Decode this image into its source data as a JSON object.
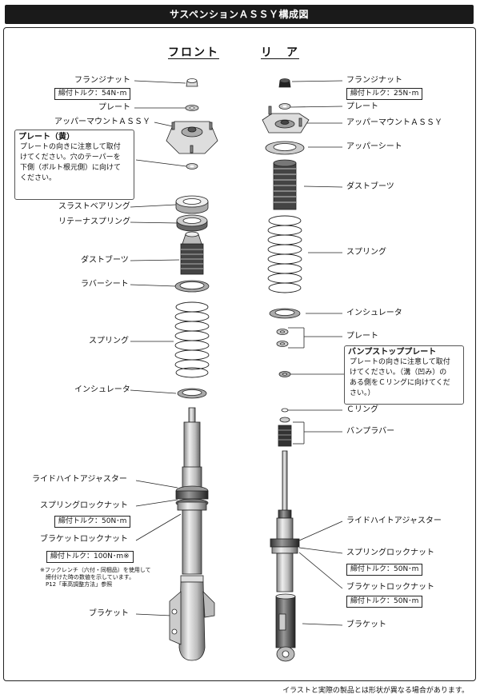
{
  "title": "サスペンションＡＳＳＹ構成図",
  "front": {
    "heading": "フロント",
    "labels": {
      "flange_nut": "フランジナット",
      "flange_nut_torque": "締付トルク：54N･m",
      "plate": "プレート",
      "upper_mount": "アッパーマウントＡＳＳＹ",
      "thrust_bearing": "スラストベアリング",
      "retainer_spring": "リテーナスプリング",
      "dust_boot": "ダストブーツ",
      "rubber_seat": "ラバーシート",
      "spring": "スプリング",
      "insulator": "インシュレータ",
      "ride_height_adjuster": "ライドハイトアジャスター",
      "spring_lock_nut": "スプリングロックナット",
      "spring_lock_nut_torque": "締付トルク：50N･m",
      "bracket_lock_nut": "ブラケットロックナット",
      "bracket_lock_nut_torque": "締付トルク：100N･m※",
      "bracket": "ブラケット"
    },
    "plate_note": {
      "title": "プレート（黄）",
      "body": "プレートの向きに注意して取付\nけてください。穴のテーパーを\n下側（ボルト根元側）に向けて\nください。"
    },
    "hook_wrench_note": "※フックレンチ（六付・同梱品）を使用して\n　締付けた時の数値を示しています。\n　P12「車高調整方法」参照"
  },
  "rear": {
    "heading": "リ　ア",
    "labels": {
      "flange_nut": "フランジナット",
      "flange_nut_torque": "締付トルク：25N･m",
      "plate": "プレート",
      "upper_mount": "アッパーマウントＡＳＳＹ",
      "upper_seat": "アッパーシート",
      "dust_boot": "ダストブーツ",
      "spring": "スプリング",
      "insulator": "インシュレータ",
      "plate2": "プレート",
      "c_ring": "Ｃリング",
      "bump_rubber": "バンプラバー",
      "ride_height_adjuster": "ライドハイトアジャスター",
      "spring_lock_nut": "スプリングロックナット",
      "spring_lock_nut_torque": "締付トルク：50N･m",
      "bracket_lock_nut": "ブラケットロックナット",
      "bracket_lock_nut_torque": "締付トルク：50N･m",
      "bracket": "ブラケット"
    },
    "bump_stop_note": {
      "title": "バンプストッププレート",
      "body": "プレートの向きに注意して取付\nけてください。（溝（凹み）の\nある側をＣリングに向けてくだ\nさい。）"
    }
  },
  "footer": "イラストと実際の製品とは形状が異なる場合があります。"
}
